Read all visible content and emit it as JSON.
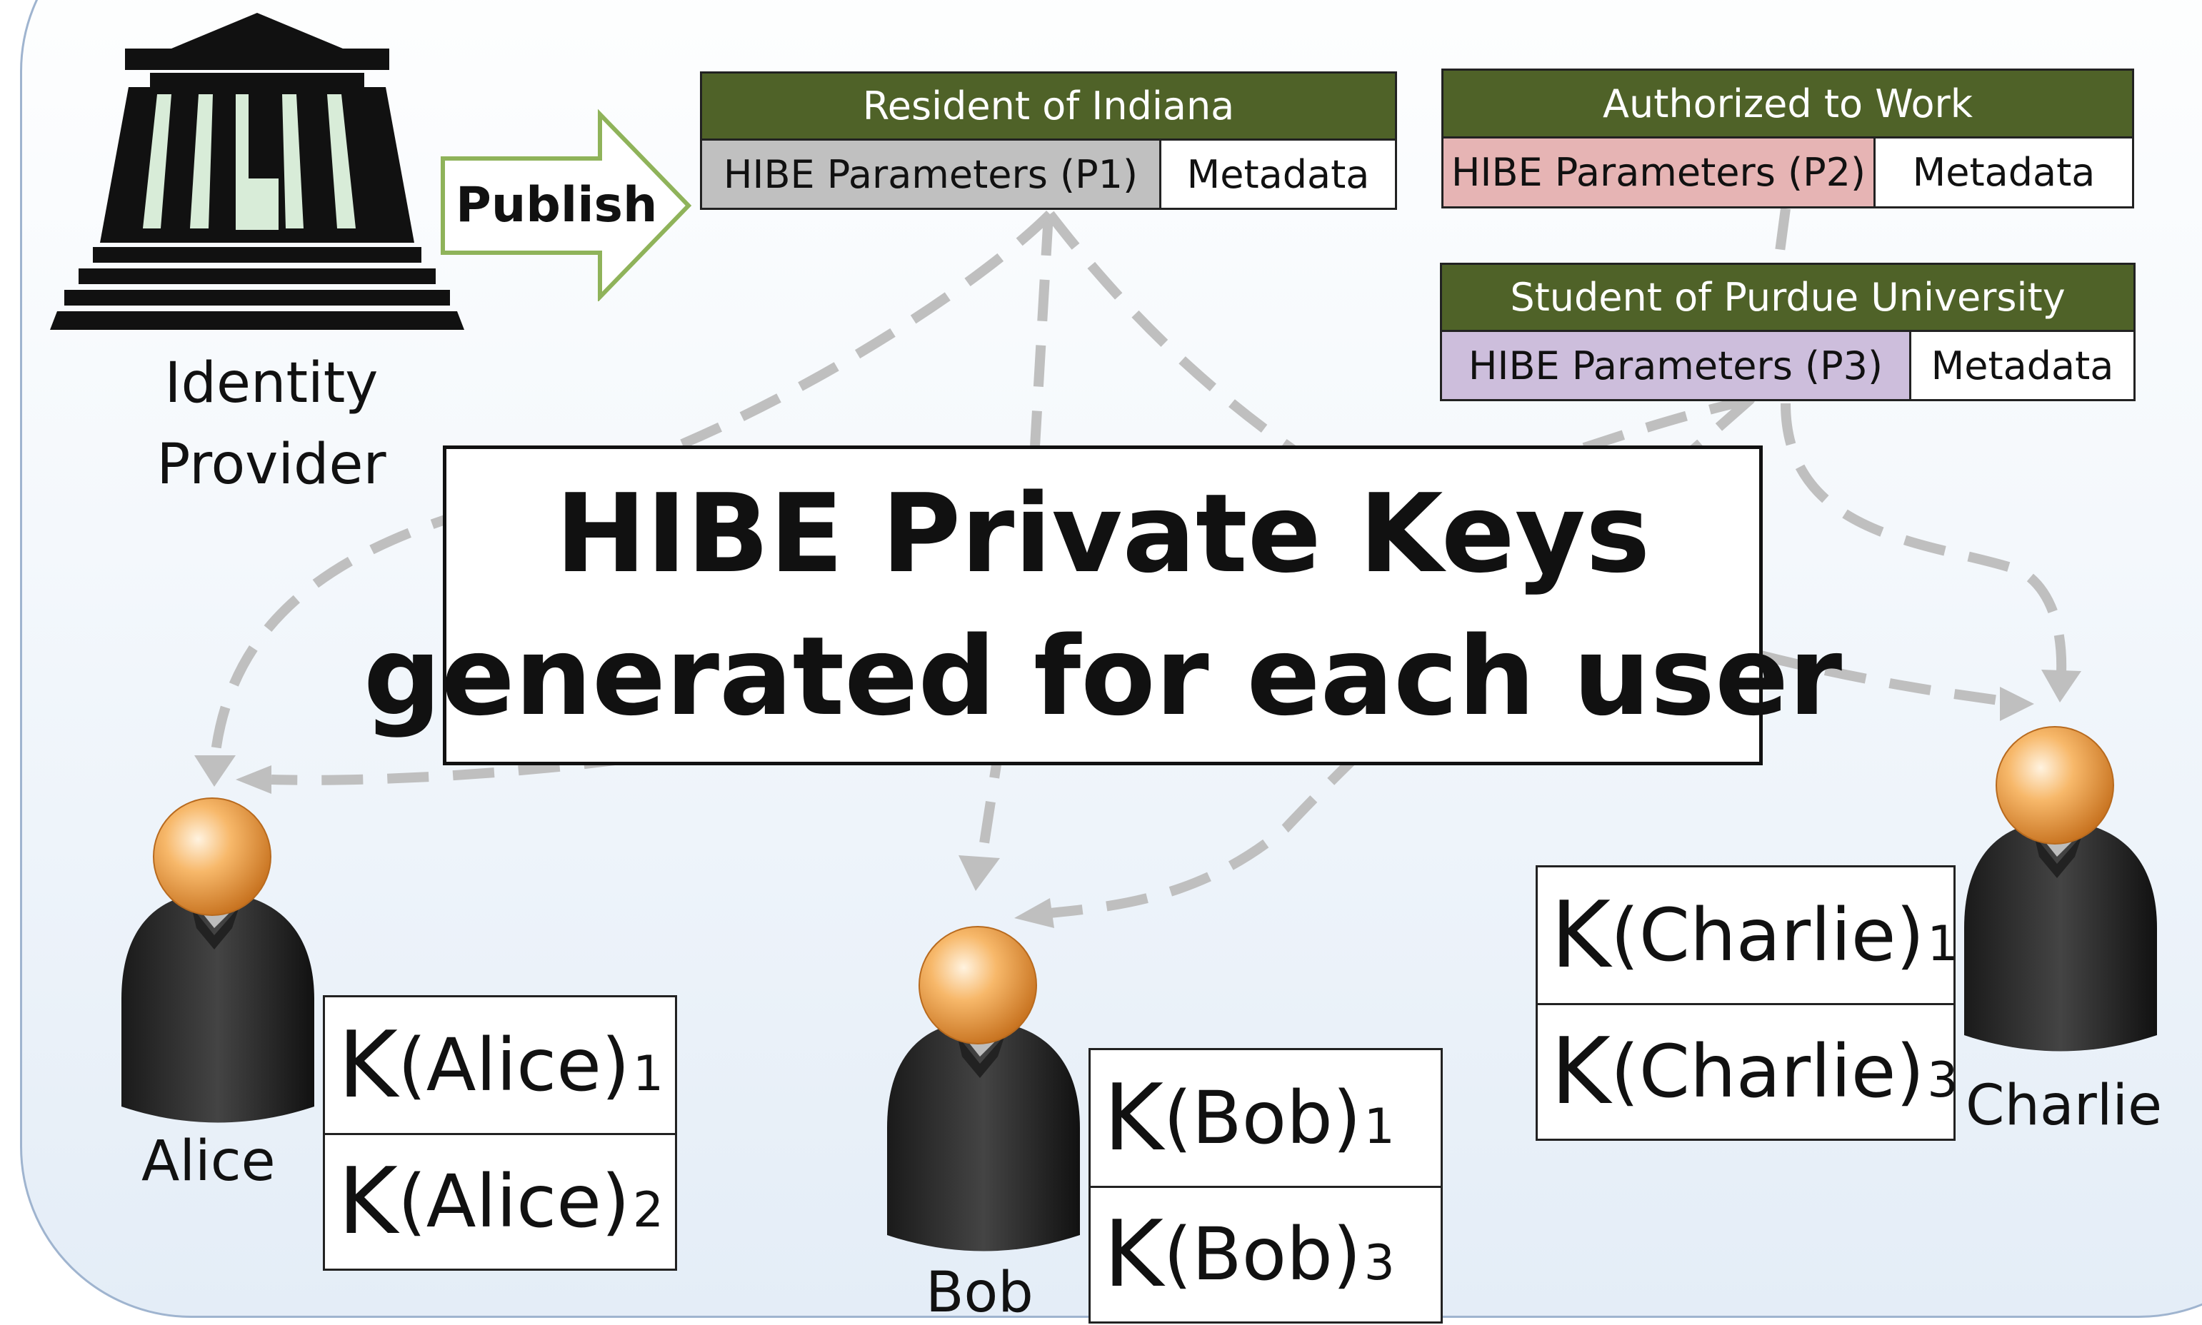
{
  "identity_provider": {
    "label_line1": "Identity",
    "label_line2": "Provider",
    "icon": "building-icon"
  },
  "publish": {
    "label": "Publish",
    "border_color": "#8fb35a"
  },
  "credentials": [
    {
      "title": "Resident of Indiana",
      "params": "HIBE Parameters (P1)",
      "metadata": "Metadata",
      "param_color": "#c0c0c0"
    },
    {
      "title": "Authorized to Work",
      "params": "HIBE Parameters (P2)",
      "metadata": "Metadata",
      "param_color": "#e6b4b4"
    },
    {
      "title": "Student of Purdue University",
      "params": "HIBE Parameters (P3)",
      "metadata": "Metadata",
      "param_color": "#cdbedc"
    }
  ],
  "colors": {
    "header_green": "#4f6228",
    "arrow_gray": "#bfbfbf",
    "head_orange": "#f7a84a"
  },
  "title": {
    "line1": "HIBE Private Keys",
    "line2": "generated for each user"
  },
  "users": [
    {
      "name": "Alice",
      "icon": "user-icon",
      "keys": [
        {
          "k": "K",
          "who": "(Alice)",
          "sub": "1"
        },
        {
          "k": "K",
          "who": "(Alice)",
          "sub": "2"
        }
      ]
    },
    {
      "name": "Bob",
      "icon": "user-icon",
      "keys": [
        {
          "k": "K",
          "who": "(Bob)",
          "sub": "1"
        },
        {
          "k": "K",
          "who": "(Bob)",
          "sub": "3"
        }
      ]
    },
    {
      "name": "Charlie",
      "icon": "user-icon",
      "keys": [
        {
          "k": "K",
          "who": "(Charlie)",
          "sub": "1"
        },
        {
          "k": "K",
          "who": "(Charlie)",
          "sub": "3"
        }
      ]
    }
  ]
}
